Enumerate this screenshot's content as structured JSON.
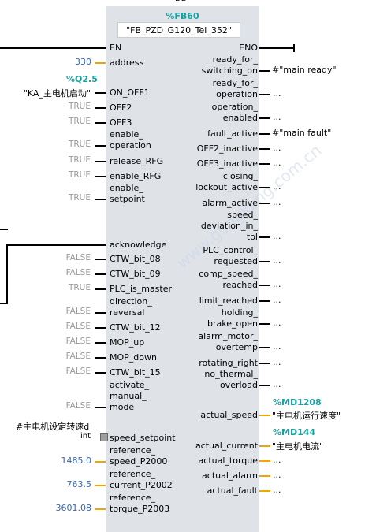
{
  "header": {
    "top_label": "DB",
    "instance": "%FB60",
    "fb_name": "\"FB_PZD_G120_Tel_352\""
  },
  "inputs": {
    "en": "EN",
    "address": {
      "label": "address",
      "value": "330"
    },
    "on_off1": {
      "label": "ON_OFF1",
      "tag": "%Q2.5",
      "value": "\"KA_主电机启动\""
    },
    "off2": {
      "label": "OFF2",
      "value": "TRUE"
    },
    "off3": {
      "label": "OFF3",
      "value": "TRUE"
    },
    "enable_operation": {
      "label1": "enable_",
      "label2": "operation",
      "value": "TRUE"
    },
    "release_rfg": {
      "label": "release_RFG",
      "value": "TRUE"
    },
    "enable_rfg": {
      "label": "enable_RFG",
      "value": "TRUE"
    },
    "enable_setpoint": {
      "label1": "enable_",
      "label2": "setpoint",
      "value": "TRUE"
    },
    "acknowledge": {
      "label": "acknowledge"
    },
    "ctw_bit_08": {
      "label": "CTW_bit_08",
      "value": "FALSE"
    },
    "ctw_bit_09": {
      "label": "CTW_bit_09",
      "value": "FALSE"
    },
    "plc_is_master": {
      "label": "PLC_is_master",
      "value": "TRUE"
    },
    "direction_reversal": {
      "label1": "direction_",
      "label2": "reversal",
      "value": "FALSE"
    },
    "ctw_bit_12": {
      "label": "CTW_bit_12",
      "value": "FALSE"
    },
    "mop_up": {
      "label": "MOP_up",
      "value": "FALSE"
    },
    "mop_down": {
      "label": "MOP_down",
      "value": "FALSE"
    },
    "ctw_bit_15": {
      "label": "CTW_bit_15",
      "value": "FALSE"
    },
    "activate_manual_mode": {
      "label1": "activate_",
      "label2": "manual_",
      "label3": "mode",
      "value": "FALSE"
    },
    "speed_setpoint": {
      "label": "speed_setpoint",
      "value1": "#主电机设定转速d",
      "value2": "int"
    },
    "reference_speed": {
      "label1": "reference_",
      "label2": "speed_P2000",
      "value": "1485.0"
    },
    "reference_current": {
      "label1": "reference_",
      "label2": "current_P2002",
      "value": "763.5"
    },
    "reference_torque": {
      "label1": "reference_",
      "label2": "torque_P2003",
      "value": "3601.08"
    }
  },
  "outputs": {
    "eno": "ENO",
    "ready_for_switching_on": {
      "label1": "ready_for_",
      "label2": "switching_on",
      "value": "#\"main ready\""
    },
    "ready_for_operation": {
      "label1": "ready_for_",
      "label2": "operation",
      "value": "..."
    },
    "operation_enabled": {
      "label1": "operation_",
      "label2": "enabled",
      "value": "..."
    },
    "fault_active": {
      "label": "fault_active",
      "value": "#\"main fault\""
    },
    "off2_inactive": {
      "label": "OFF2_inactive",
      "value": "..."
    },
    "off3_inactive": {
      "label": "OFF3_inactive",
      "value": "..."
    },
    "closing_lockout_active": {
      "label1": "closing_",
      "label2": "lockout_active",
      "value": "..."
    },
    "alarm_active": {
      "label": "alarm_active",
      "value": "..."
    },
    "speed_deviation_in_tol": {
      "label1": "speed_",
      "label2": "deviation_in_",
      "label3": "tol",
      "value": "..."
    },
    "plc_control_requested": {
      "label1": "PLC_control_",
      "label2": "requested",
      "value": "..."
    },
    "comp_speed_reached": {
      "label1": "comp_speed_",
      "label2": "reached",
      "value": "..."
    },
    "limit_reached": {
      "label": "limit_reached",
      "value": "..."
    },
    "holding_brake_open": {
      "label1": "holding_",
      "label2": "brake_open",
      "value": "..."
    },
    "alarm_motor_overtemp": {
      "label1": "alarm_motor_",
      "label2": "overtemp",
      "value": "..."
    },
    "rotating_right": {
      "label": "rotating_right",
      "value": "..."
    },
    "no_thermal_overload": {
      "label1": "no_thermal_",
      "label2": "overload",
      "value": "..."
    },
    "actual_speed": {
      "label": "actual_speed",
      "tag": "%MD1208",
      "value": "\"主电机运行速度\""
    },
    "actual_current": {
      "label": "actual_current",
      "tag": "%MD144",
      "value": "\"主电机电流\""
    },
    "actual_torque": {
      "label": "actual_torque",
      "value": "..."
    },
    "actual_alarm": {
      "label": "actual_alarm",
      "value": "..."
    },
    "actual_fault": {
      "label": "actual_fault",
      "value": "..."
    }
  },
  "watermark": "www.gongkong.com.cn"
}
